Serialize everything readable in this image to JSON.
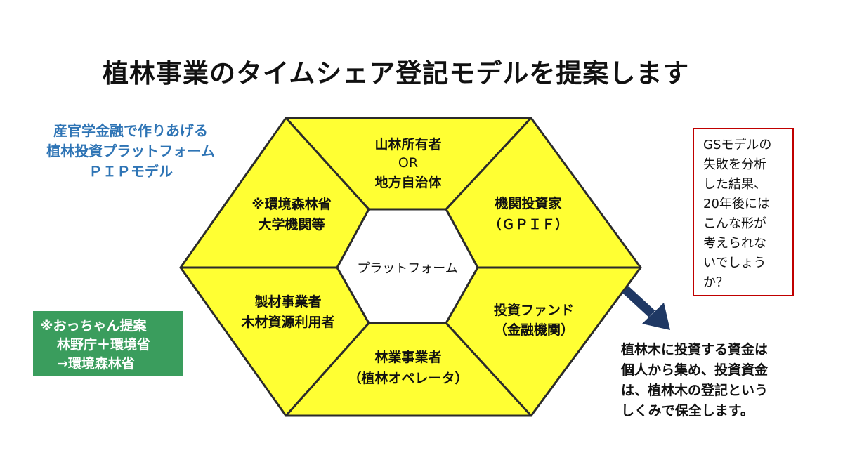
{
  "title": "植林事業のタイムシェア登記モデルを提案します",
  "blue_note": [
    "産官学金融で作りあげる",
    "植林投資プラットフォーム",
    "ＰＩＰモデル"
  ],
  "green_box": [
    "※おっちゃん提案",
    "林野庁＋環境省",
    "→環境森林省"
  ],
  "red_box": [
    "GSモデルの",
    "失敗を分析",
    "した結果、",
    "20年後には",
    "こんな形が",
    "考えられな",
    "いでしょう",
    "か？"
  ],
  "bottom_note": [
    "植林木に投資する資金は",
    "個人から集め、投資資金",
    "は、植林木の登記という",
    "しくみで保全します。"
  ],
  "hexagon": {
    "center_label": "プラットフォーム",
    "segments": {
      "top": [
        "山林所有者",
        "OR",
        "地方自治体"
      ],
      "upper_right": [
        "機関投資家",
        "（ＧＰＩＦ）"
      ],
      "lower_right": [
        "投資ファンド",
        "（金融機関）"
      ],
      "bottom": [
        "林業事業者",
        "（植林オペレータ）"
      ],
      "lower_left": [
        "製材事業者",
        "木材資源利用者"
      ],
      "upper_left": [
        "※環境森林省",
        "大学機関等"
      ]
    },
    "fill_color": "#ffff33",
    "stroke_color": "#2b2b2b"
  },
  "arrow_color": "#1f3864"
}
